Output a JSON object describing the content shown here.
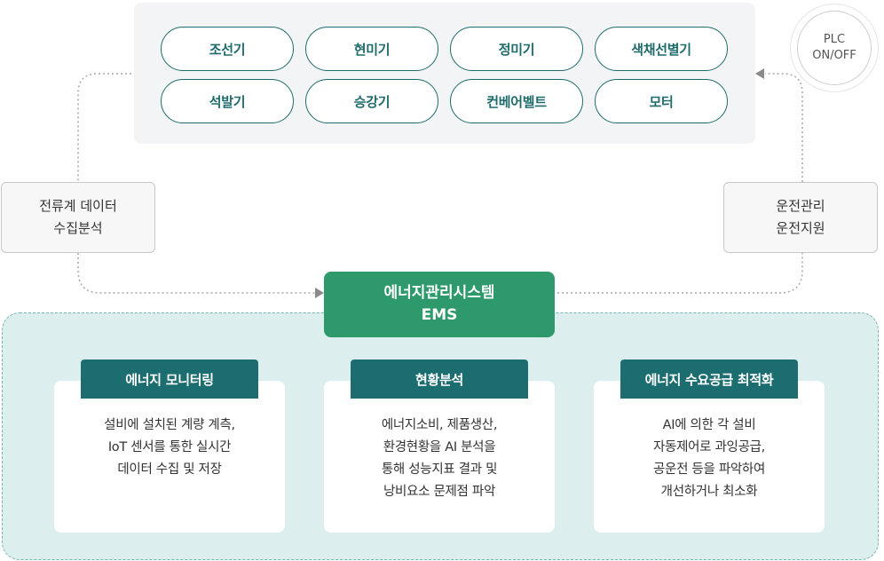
{
  "equipment": {
    "items": [
      "조선기",
      "현미기",
      "정미기",
      "색채선별기",
      "석발기",
      "승강기",
      "컨베어벨트",
      "모터"
    ]
  },
  "plc": {
    "line1": "PLC",
    "line2": "ON/OFF"
  },
  "left_box": {
    "line1": "전류계 데이터",
    "line2": "수집분석"
  },
  "right_box": {
    "line1": "운전관리",
    "line2": "운전지원"
  },
  "ems": {
    "line1": "에너지관리시스템",
    "line2": "EMS"
  },
  "cards": [
    {
      "title": "에너지 모니터링",
      "lines": [
        "설비에 설치된 계량 계측,",
        "IoT 센서를 통한 실시간",
        "데이터 수집 및 저장"
      ]
    },
    {
      "title": "현황분석",
      "lines": [
        "에너지소비, 제품생산,",
        "환경현황을 AI 분석을",
        "통해 성능지표 결과 및",
        "낭비요소 문제점 파악"
      ]
    },
    {
      "title": "에너지 수요공급 최적화",
      "lines": [
        "AI에 의한 각 설비",
        "자동제어로 과잉공급,",
        "공운전 등을 파악하여",
        "개선하거나 최소화"
      ]
    }
  ],
  "colors": {
    "teal": "#1c6d70",
    "ems_green": "#2e9a6b",
    "panel_bg": "#f2f4f6",
    "bottom_bg": "#dceeed"
  }
}
